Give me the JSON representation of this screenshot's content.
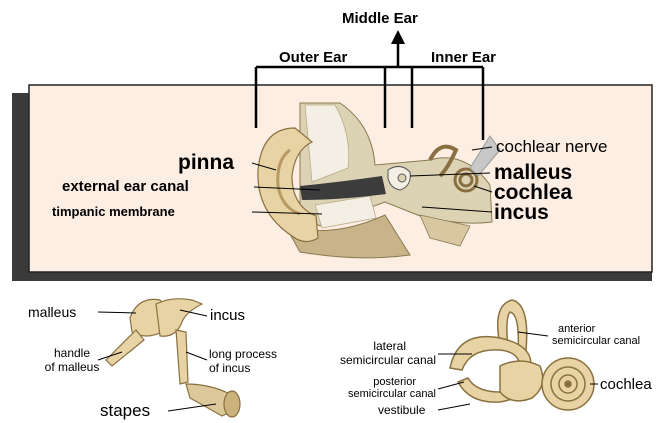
{
  "header": {
    "middle_ear": "Middle Ear",
    "outer_ear": "Outer Ear",
    "inner_ear": "Inner Ear"
  },
  "main_labels": {
    "pinna": "pinna",
    "external_ear_canal": "external ear canal",
    "timpanic_membrane": "timpanic membrane",
    "cochlear_nerve": "cochlear nerve",
    "malleus": "malleus",
    "cochlea": "cochlea",
    "incus": "incus"
  },
  "ossicles": {
    "malleus": "malleus",
    "incus": "incus",
    "handle_line1": "handle",
    "handle_line2": "of malleus",
    "long_process_line1": "long process",
    "long_process_line2": "of incus",
    "stapes": "stapes"
  },
  "inner_ear": {
    "lateral_line1": "lateral",
    "lateral_line2": "semicircular canal",
    "posterior_line1": "posterior",
    "posterior_line2": "semicircular canal",
    "vestibule": "vestibule",
    "anterior_line1": "anterior",
    "anterior_line2": "semicircular canal",
    "cochlea": "cochlea"
  },
  "colors": {
    "panel_bg": "#fdeee4",
    "panel_shadow": "#3a3a3a",
    "skin": "#e8d3a4",
    "skin_dark": "#b89a62",
    "bone": "#dcd2b4",
    "bone_light": "#f4efe4",
    "canal_dark": "#3c3c3c",
    "nerve": "#c8c8c8"
  }
}
